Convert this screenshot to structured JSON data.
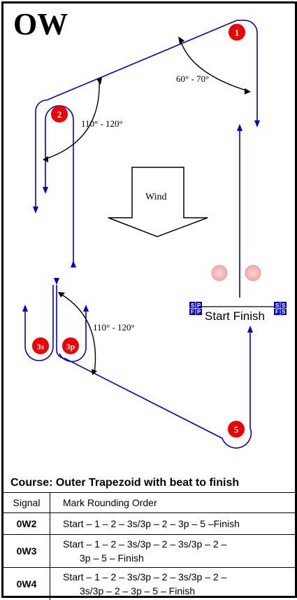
{
  "title": "OW",
  "angles": {
    "top_right": "60° - 70°",
    "top_left": "110° - 120°",
    "bottom_left": "110° - 120°"
  },
  "wind_label": "Wind",
  "marks": [
    "1",
    "2",
    "3s",
    "3p",
    "5"
  ],
  "start_finish_label": "Start Finish",
  "flags": {
    "left": [
      "S",
      "P",
      "F",
      "P"
    ],
    "right": [
      "S",
      "S",
      "F",
      "S"
    ]
  },
  "course": {
    "title": "Course: Outer Trapezoid with beat to finish",
    "headers": {
      "signal": "Signal",
      "order": "Mark Rounding Order"
    },
    "rows": [
      {
        "signal": "0W2",
        "line1": "Start – 1 – 2 – 3s/3p – 2 – 3p – 5 –Finish",
        "line2": ""
      },
      {
        "signal": "0W3",
        "line1": "Start – 1 – 2 – 3s/3p – 2 – 3s/3p  – 2 –",
        "line2": "3p – 5 – Finish"
      },
      {
        "signal": "0W4",
        "line1": "Start – 1 – 2 – 3s/3p – 2 – 3s/3p  – 2 –",
        "line2": "3s/3p – 2 – 3p – 5 – Finish"
      }
    ]
  },
  "colors": {
    "course_line": "#0000cc",
    "mark": "#ee0000",
    "flag": "#0000cc"
  }
}
